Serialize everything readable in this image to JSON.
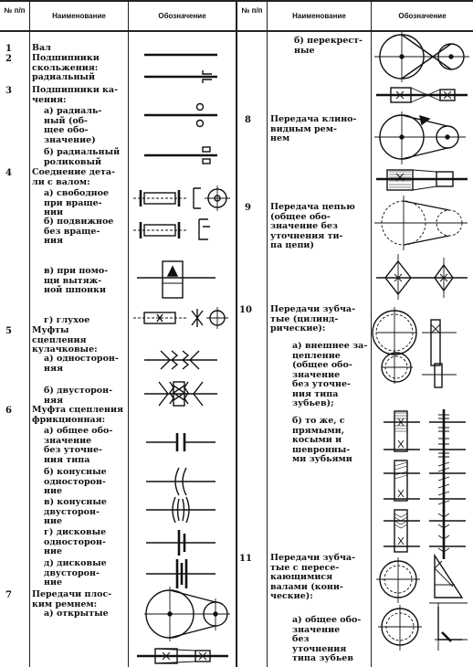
{
  "headers": {
    "num": "№ п/п",
    "name": "Наименование",
    "designation": "Обозначение"
  },
  "left": {
    "nums": [
      "1",
      "2",
      "3",
      "4",
      "5",
      "6",
      "7"
    ],
    "texts": [
      "Вал",
      "Подшипники\nскольжения:\nрадиальный",
      "Подшипники ка-\nчения:",
      "а) радиаль-\nный (об-\nщее обо-\nзначение)",
      "б) радиальный\nроликовый",
      "Соеднение дета-\nли с валом:",
      "а) свободное\nпри враще-\nнии",
      "б) подвижное\nбез враще-\nния",
      "в) при помо-\nщи вытяж-\nной шпонки",
      "г) глухое",
      "Муфты сцепления\nкулачковые:",
      "а) односторон-\nняя",
      "б) двусторон-\nняя",
      "Муфта сцепления\nфрикционная:",
      "а) общее обо-\nзначение\nбез уточне-\nния типа",
      "б) конусные\nодносторон-\nние",
      "в) конусные\nдвусторон-\nние",
      "г) дисковые\nодносторон-\nние",
      "д) дисковые\nдвусторон-\nние",
      "Передачи плос-\nким ремнем:",
      "а) открытые"
    ]
  },
  "right": {
    "nums": [
      "8",
      "9",
      "10",
      "11"
    ],
    "texts": [
      "б) перекрест-\nные",
      "Передача клино-\nвидным рем-\nнем",
      "Передача цепью\n(общее обо-\nзначение без\nуточнения ти-\nпа цепи)",
      "Передачи зубча-\nтые (цилинд-\nрические):",
      "а) внешнее за-\nцепление\n(общее обо-\nзначение\nбез уточне-\nния типа\nзубьев);",
      "б) то же, с\nпрямыми,\nкосыми и\nшевронны-\nми зубьями",
      "Передачи зубча-\nтые с пересе-\nкающимися\nвалами (кони-\nческие):",
      "а) общее обо-\nзначение\nбез\nуточнения\nтипа зубьев"
    ]
  }
}
